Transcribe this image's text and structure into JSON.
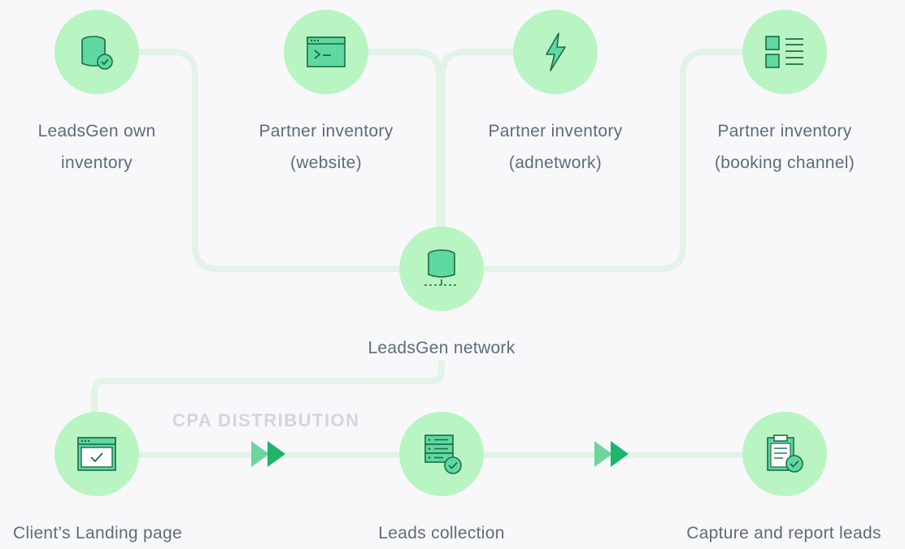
{
  "diagram": {
    "section_label": "CPA DISTRIBUTION",
    "sources": [
      {
        "icon": "database-check-icon",
        "line1": "LeadsGen own",
        "line2": "inventory"
      },
      {
        "icon": "terminal-window-icon",
        "line1": "Partner inventory",
        "line2": "(website)"
      },
      {
        "icon": "lightning-icon",
        "line1": "Partner inventory",
        "line2": "(adnetwork)"
      },
      {
        "icon": "list-layout-icon",
        "line1": "Partner inventory",
        "line2": "(booking channel)"
      }
    ],
    "hub": {
      "icon": "network-database-icon",
      "label": "LeadsGen network"
    },
    "pipeline": [
      {
        "icon": "browser-check-icon",
        "label": "Client’s Landing page"
      },
      {
        "icon": "server-check-icon",
        "label": "Leads collection"
      },
      {
        "icon": "clipboard-check-icon",
        "label": "Capture and report leads"
      }
    ],
    "arrow_icon": "double-chevron-right-icon"
  },
  "colors": {
    "background": "#f8f8fb",
    "node_fill": "#b9f5c2",
    "connector": "#e2f4e7",
    "icon_stroke": "#1e6b4c",
    "icon_fill": "#5fd9a0",
    "arrow_dark": "#1db56a",
    "arrow_light": "#6fd49c",
    "label_text": "#5f6b7c",
    "section_label_text": "#d2d6dc"
  }
}
